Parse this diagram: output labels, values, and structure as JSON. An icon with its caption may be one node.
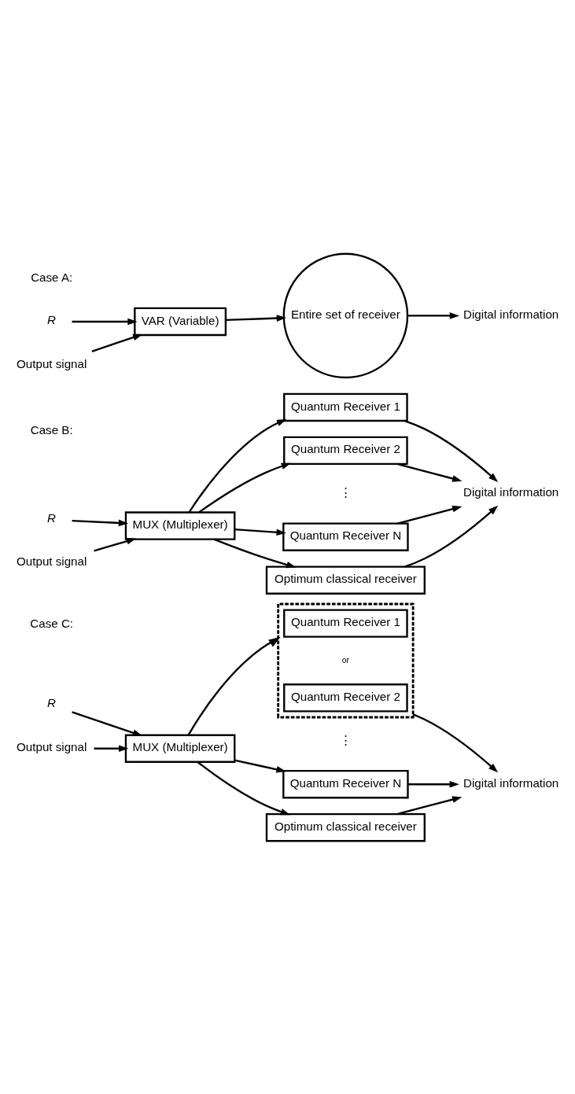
{
  "diagram": {
    "nodes": [
      {
        "text": [
          "Output signal"
        ]
      },
      {
        "text": [
          "R"
        ]
      },
      {
        "text": [
          "VAR (Variable)"
        ]
      },
      {
        "text": [
          "Entire set of receiver"
        ]
      },
      {
        "text": [
          "Digital information"
        ]
      },
      {
        "text": [
          "Output signal"
        ]
      },
      {
        "text": [
          "R"
        ]
      },
      {
        "text": [
          "MUX (Multiplexer)"
        ]
      },
      {
        "text": [
          "Quantum Receiver 1"
        ]
      },
      {
        "text": [
          "Quantum Receiver 2"
        ]
      },
      {
        "text": [
          "Quantum Receiver N"
        ]
      },
      {
        "text": [
          "Optimum classical receiver"
        ]
      },
      {
        "text": [
          "Digital information"
        ]
      },
      {
        "text": [
          "Output signal"
        ]
      },
      {
        "text": [
          "R"
        ]
      },
      {
        "text": [
          "MUX (Multiplexer)"
        ]
      },
      {
        "text": [],
        "shape": "box"
      },
      {
        "text": [
          "Quantum Receiver 1"
        ],
        "in": 16
      },
      {
        "text": [
          "Quantum Receiver 2"
        ],
        "in": 16
      },
      {
        "text": [
          "Quantum Receiver N"
        ]
      },
      {
        "text": [
          "Optimum classical receiver"
        ]
      },
      {
        "text": [
          "Digital information"
        ]
      }
    ],
    "edges": [
      {
        "from": 0,
        "to": 2,
        "arrow": "to"
      },
      {
        "from": 1,
        "to": 2,
        "arrow": "to"
      },
      {
        "from": 2,
        "to": 3,
        "arrow": "to"
      },
      {
        "from": 3,
        "to": 4,
        "arrow": "to"
      },
      {
        "from": 5,
        "to": 7,
        "arrow": "to"
      },
      {
        "from": 6,
        "to": 7,
        "arrow": "to"
      },
      {
        "from": 7,
        "to": 8,
        "arrow": "to"
      },
      {
        "from": 7,
        "to": 9,
        "arrow": "to"
      },
      {
        "from": 7,
        "to": 10,
        "arrow": "to"
      },
      {
        "from": 7,
        "to": 11,
        "arrow": "to"
      },
      {
        "from": 8,
        "to": 12,
        "arrow": "to"
      },
      {
        "from": 9,
        "to": 12,
        "arrow": "to"
      },
      {
        "from": 10,
        "to": 12,
        "arrow": "to"
      },
      {
        "from": 11,
        "to": 12,
        "arrow": "to"
      },
      {
        "from": 13,
        "to": 15,
        "arrow": "to"
      },
      {
        "from": 14,
        "to": 15,
        "arrow": "to"
      },
      {
        "from": 15,
        "to": 16,
        "arrow": "to"
      },
      {
        "from": 15,
        "to": 19,
        "arrow": "to"
      },
      {
        "from": 15,
        "to": 20,
        "arrow": "to"
      },
      {
        "from": 16,
        "to": 21,
        "arrow": "to"
      },
      {
        "from": 19,
        "to": 21,
        "arrow": "to"
      },
      {
        "from": 20,
        "to": 21,
        "arrow": "to"
      }
    ],
    "labels": [
      "Case A:",
      "Case B:",
      "⋮",
      "Case C:",
      "or",
      "⋮"
    ]
  }
}
